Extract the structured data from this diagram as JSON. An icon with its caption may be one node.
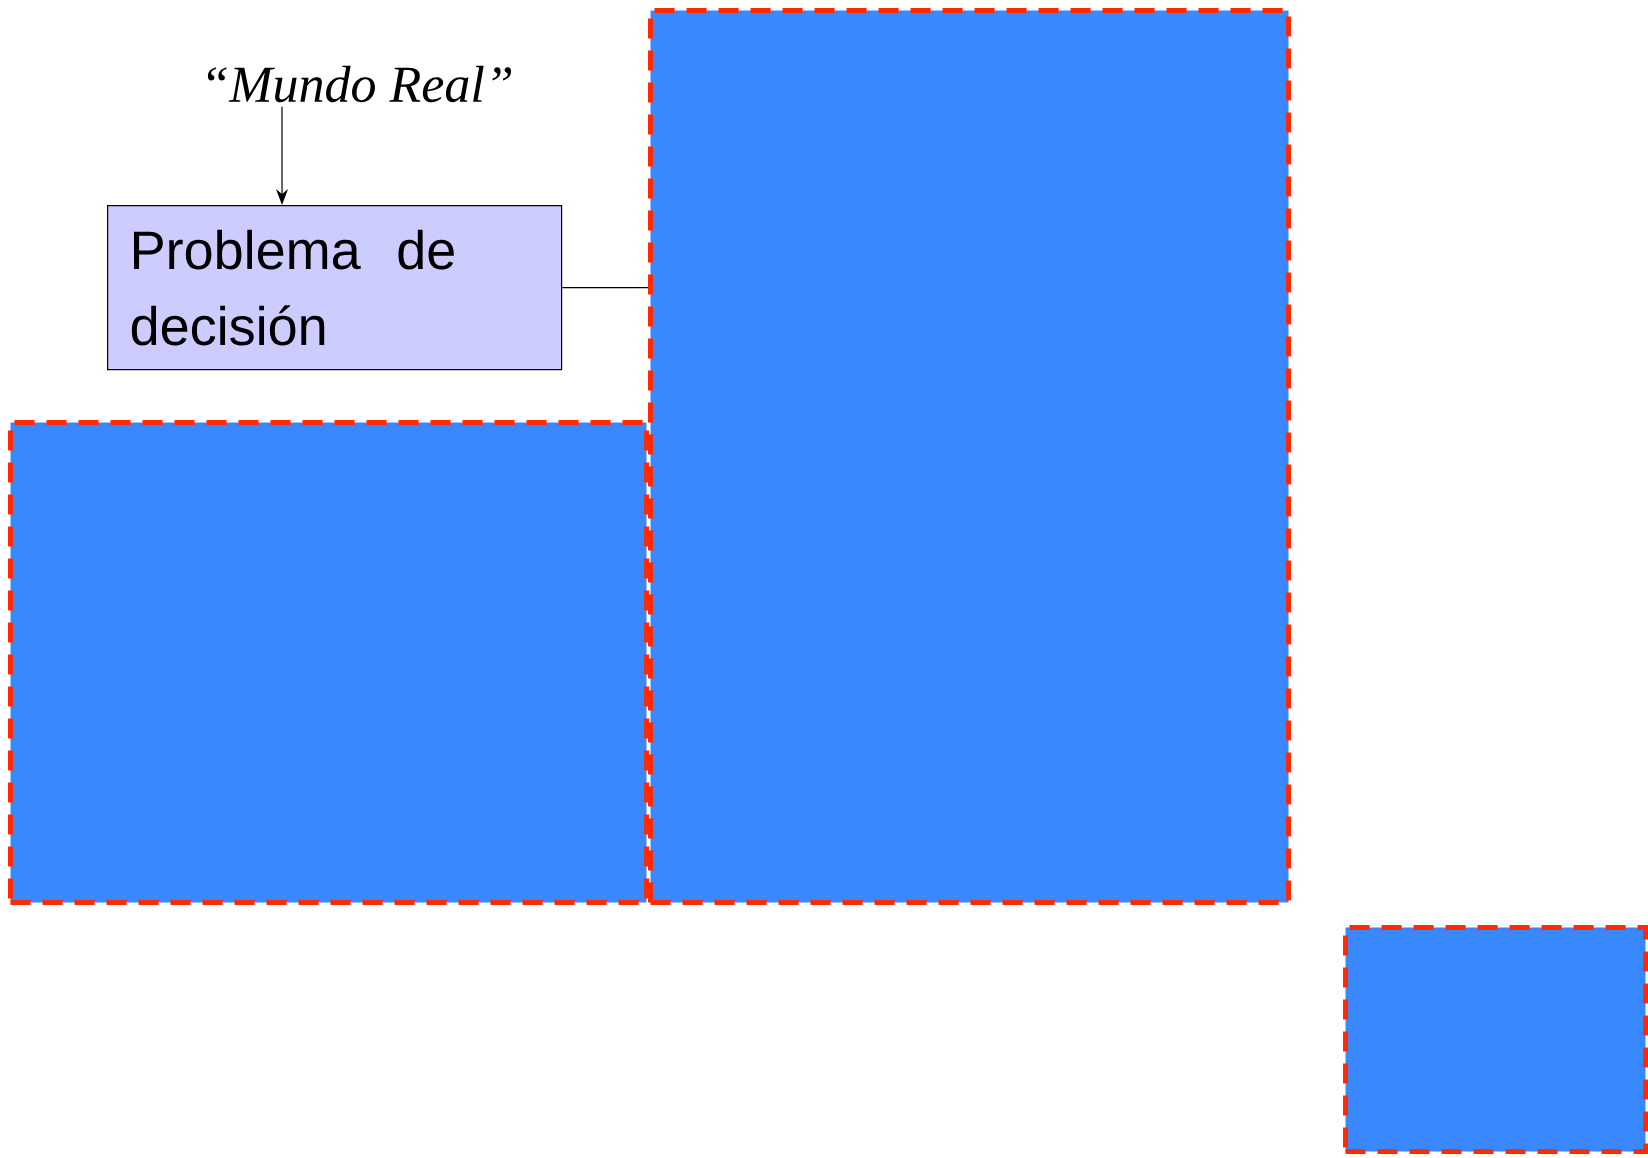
{
  "diagram": {
    "nodes": [
      {
        "text": [
          "“Mundo Real”"
        ]
      },
      {
        "text": [
          "Problema de decisión"
        ]
      },
      {
        "text": [],
        "shape": "box"
      },
      {
        "text": [],
        "shape": "box"
      },
      {
        "text": [],
        "shape": "box"
      }
    ],
    "edges": [
      {
        "from": 0,
        "to": 1,
        "arrow": "to"
      },
      {
        "from": 1,
        "to": 2,
        "arrow": "none"
      }
    ]
  }
}
